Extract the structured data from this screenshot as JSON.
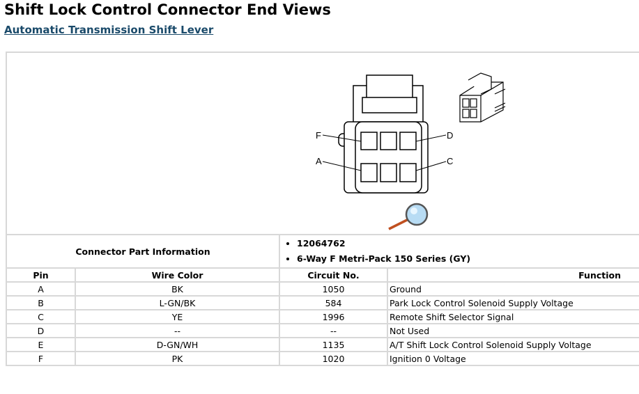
{
  "title": "Shift Lock Control Connector End Views",
  "subtitle_link": "Automatic Transmission Shift Lever",
  "diagram": {
    "pin_labels": {
      "F": "F",
      "D": "D",
      "A": "A",
      "C": "C"
    },
    "zoom_icon": "magnifier-icon"
  },
  "connector_info": {
    "label": "Connector Part Information",
    "items": [
      "12064762",
      "6-Way F Metri-Pack 150 Series (GY)"
    ]
  },
  "columns": [
    "Pin",
    "Wire Color",
    "Circuit No.",
    "Function"
  ],
  "rows": [
    {
      "pin": "A",
      "wire": "BK",
      "circuit": "1050",
      "function": "Ground"
    },
    {
      "pin": "B",
      "wire": "L-GN/BK",
      "circuit": "584",
      "function": "Park Lock Control Solenoid Supply Voltage"
    },
    {
      "pin": "C",
      "wire": "YE",
      "circuit": "1996",
      "function": "Remote Shift Selector Signal"
    },
    {
      "pin": "D",
      "wire": "--",
      "circuit": "--",
      "function": "Not Used"
    },
    {
      "pin": "E",
      "wire": "D-GN/WH",
      "circuit": "1135",
      "function": "A/T Shift Lock Control Solenoid Supply Voltage"
    },
    {
      "pin": "F",
      "wire": "PK",
      "circuit": "1020",
      "function": "Ignition 0 Voltage"
    }
  ]
}
